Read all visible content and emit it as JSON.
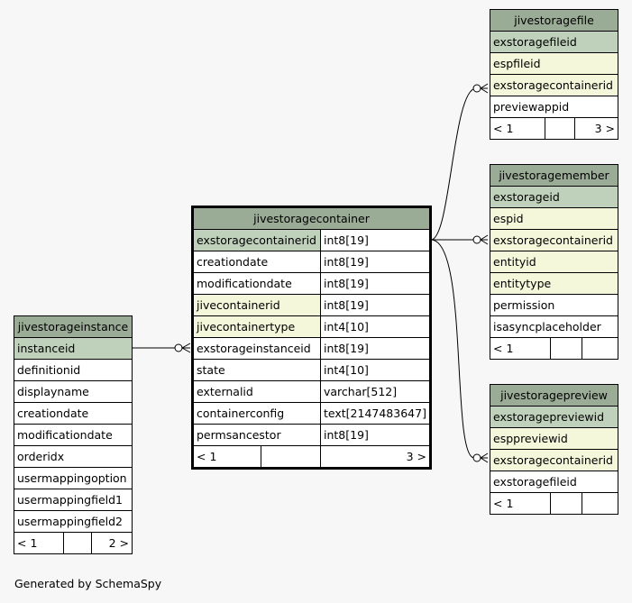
{
  "footer": "Generated by SchemaSpy",
  "tables": {
    "jivestoragefile": {
      "title": "jivestoragefile",
      "columns": [
        "exstoragefileid",
        "espfileid",
        "exstoragecontainerid",
        "previewappid"
      ],
      "nav": {
        "left": "< 1",
        "mid": "",
        "right": "3 >"
      }
    },
    "jivestoragemember": {
      "title": "jivestoragemember",
      "columns": [
        "exstorageid",
        "espid",
        "exstoragecontainerid",
        "entityid",
        "entitytype",
        "permission",
        "isasyncplaceholder"
      ],
      "nav": {
        "left": "< 1",
        "mid": "",
        "right": ""
      }
    },
    "jivestoragepreview": {
      "title": "jivestoragepreview",
      "columns": [
        "exstoragepreviewid",
        "esppreviewid",
        "exstoragecontainerid",
        "exstoragefileid"
      ],
      "nav": {
        "left": "< 1",
        "mid": "",
        "right": ""
      }
    },
    "jivestoragecontainer": {
      "title": "jivestoragecontainer",
      "columns": [
        {
          "name": "exstoragecontainerid",
          "type": "int8[19]"
        },
        {
          "name": "creationdate",
          "type": "int8[19]"
        },
        {
          "name": "modificationdate",
          "type": "int8[19]"
        },
        {
          "name": "jivecontainerid",
          "type": "int8[19]"
        },
        {
          "name": "jivecontainertype",
          "type": "int4[10]"
        },
        {
          "name": "exstorageinstanceid",
          "type": "int8[19]"
        },
        {
          "name": "state",
          "type": "int4[10]"
        },
        {
          "name": "externalid",
          "type": "varchar[512]"
        },
        {
          "name": "containerconfig",
          "type": "text[2147483647]"
        },
        {
          "name": "permsancestor",
          "type": "int8[19]"
        }
      ],
      "nav": {
        "left": "< 1",
        "mid": "",
        "right": "3 >"
      }
    },
    "jivestorageinstance": {
      "title": "jivestorageinstance",
      "columns": [
        "instanceid",
        "definitionid",
        "displayname",
        "creationdate",
        "modificationdate",
        "orderidx",
        "usermappingoption",
        "usermappingfield1",
        "usermappingfield2"
      ],
      "nav": {
        "left": "< 1",
        "mid": "",
        "right": "2 >"
      }
    }
  }
}
